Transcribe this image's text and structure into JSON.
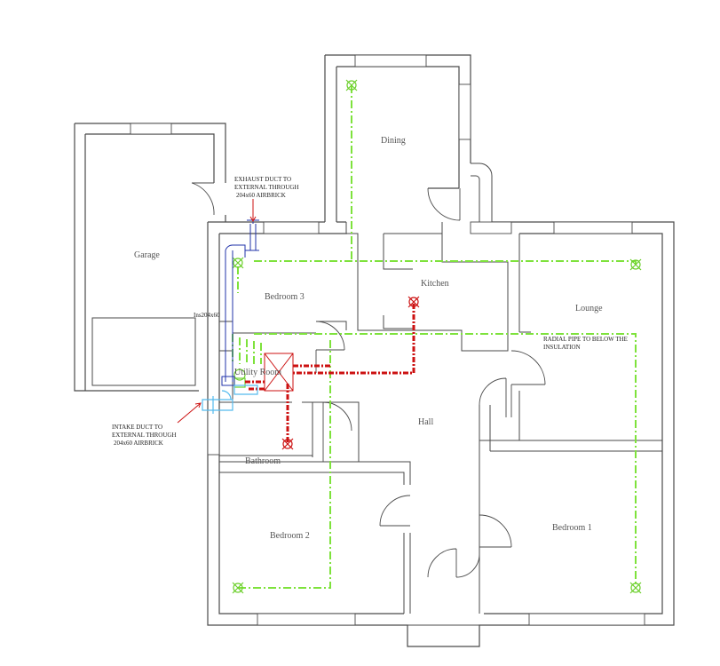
{
  "rooms": {
    "garage": "Garage",
    "dining": "Dining",
    "kitchen": "Kitchen",
    "lounge": "Lounge",
    "bedroom3": "Bedroom 3",
    "utility": "Utility Room",
    "hall": "Hall",
    "bathroom": "Bathroom",
    "bedroom2": "Bedroom 2",
    "bedroom1": "Bedroom 1"
  },
  "notes": {
    "exhaust_1": "EXHAUST DUCT TO",
    "exhaust_2": "EXTERNAL THROUGH",
    "exhaust_3": "204x60 AIRBRICK",
    "intake_1": "INTAKE DUCT TO",
    "intake_2": "EXTERNAL THROUGH",
    "intake_3": "204x60 AIRBRICK",
    "radial_1": "RADIAL PIPE TO BELOW THE",
    "radial_2": "INSULATION",
    "ins": "Ins204x60"
  },
  "colors": {
    "supply_pipe": "#7ee23c",
    "extract_pipe": "#cc1111",
    "exhaust_duct": "#2233aa",
    "intake_duct": "#55bbee",
    "walls": "#4a4a4a"
  }
}
